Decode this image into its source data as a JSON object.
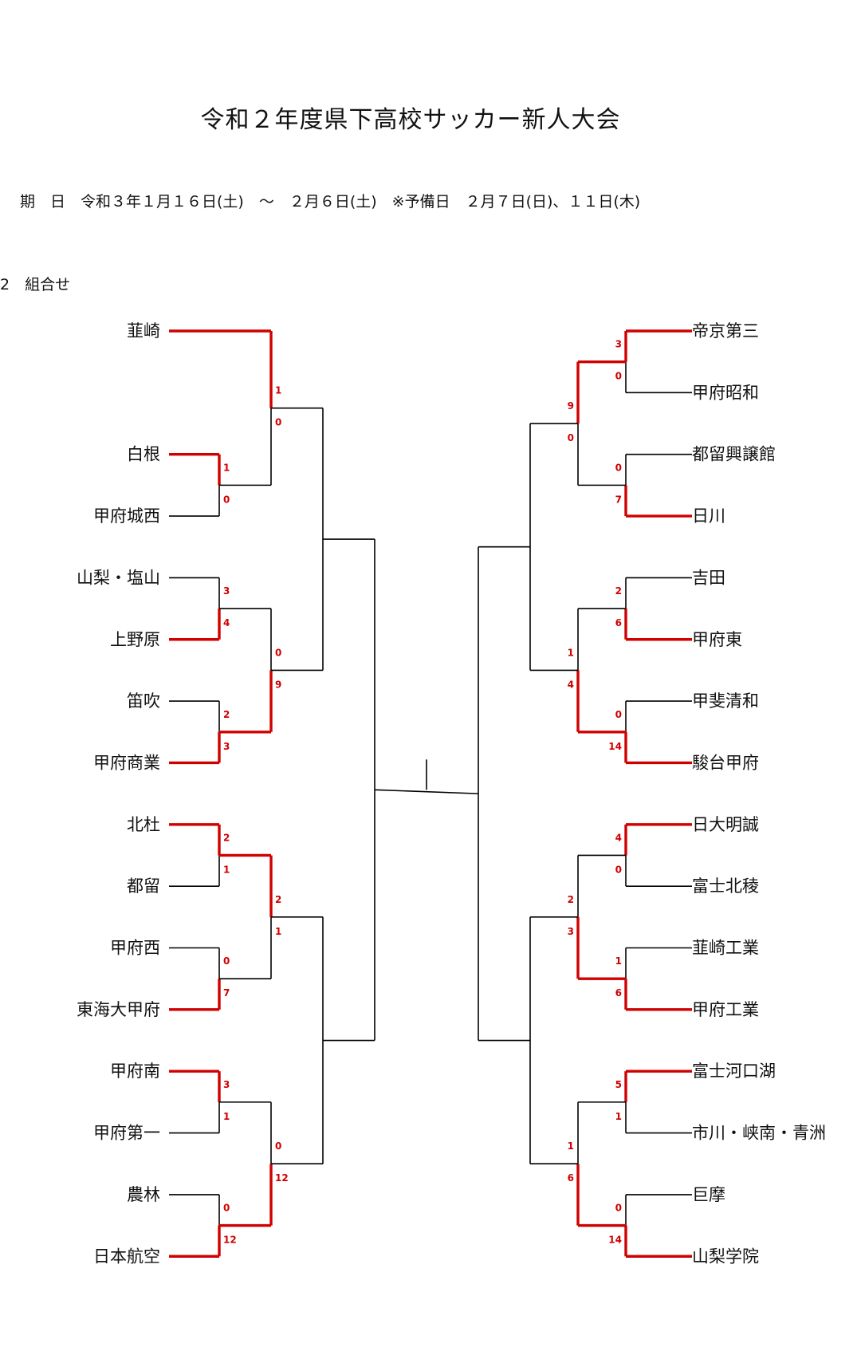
{
  "title": "令和２年度県下高校サッカー新人大会",
  "schedule": "期　日　令和３年１月１６日(土)　～　２月６日(土)　※予備日　２月７日(日)、１１日(木)",
  "section": "2　組合せ",
  "colors": {
    "winner": "#d00000",
    "line": "#000000"
  },
  "bracket": {
    "left": {
      "teams": [
        "韮崎",
        "白根",
        "甲府城西",
        "山梨・塩山",
        "上野原",
        "笛吹",
        "甲府商業",
        "北杜",
        "都留",
        "甲府西",
        "東海大甲府",
        "甲府南",
        "甲府第一",
        "農林",
        "日本航空"
      ],
      "games": [
        {
          "id": "L-r1-a",
          "a": "t1",
          "b": "t2",
          "sa": "1",
          "sb": "0",
          "w": "a"
        },
        {
          "id": "L-r1-b",
          "a": "t3",
          "b": "t4",
          "sa": "3",
          "sb": "4",
          "w": "b"
        },
        {
          "id": "L-r1-c",
          "a": "t5",
          "b": "t6",
          "sa": "2",
          "sb": "3",
          "w": "b"
        },
        {
          "id": "L-r1-d",
          "a": "t7",
          "b": "t8",
          "sa": "2",
          "sb": "1",
          "w": "a"
        },
        {
          "id": "L-r1-e",
          "a": "t9",
          "b": "t10",
          "sa": "0",
          "sb": "7",
          "w": "b"
        },
        {
          "id": "L-r1-f",
          "a": "t11",
          "b": "t12",
          "sa": "3",
          "sb": "1",
          "w": "a"
        },
        {
          "id": "L-r1-g",
          "a": "t13",
          "b": "t14",
          "sa": "0",
          "sb": "12",
          "w": "b"
        },
        {
          "id": "L-r2-a",
          "a": "t0",
          "b": "L-r1-a",
          "sa": "1",
          "sb": "0",
          "w": "a"
        },
        {
          "id": "L-r2-b",
          "a": "L-r1-b",
          "b": "L-r1-c",
          "sa": "0",
          "sb": "9",
          "w": "b"
        },
        {
          "id": "L-r2-c",
          "a": "L-r1-d",
          "b": "L-r1-e",
          "sa": "2",
          "sb": "1",
          "w": "a"
        },
        {
          "id": "L-r2-d",
          "a": "L-r1-f",
          "b": "L-r1-g",
          "sa": "0",
          "sb": "12",
          "w": "b"
        },
        {
          "id": "L-r3-a",
          "a": "L-r2-a",
          "b": "L-r2-b",
          "sa": "",
          "sb": "",
          "w": ""
        },
        {
          "id": "L-r3-b",
          "a": "L-r2-c",
          "b": "L-r2-d",
          "sa": "",
          "sb": "",
          "w": ""
        },
        {
          "id": "L-r4",
          "a": "L-r3-a",
          "b": "L-r3-b",
          "sa": "",
          "sb": "",
          "w": ""
        }
      ]
    },
    "right": {
      "teams": [
        "帝京第三",
        "甲府昭和",
        "都留興譲館",
        "日川",
        "吉田",
        "甲府東",
        "甲斐清和",
        "駿台甲府",
        "日大明誠",
        "富士北稜",
        "韮崎工業",
        "甲府工業",
        "富士河口湖",
        "市川・峡南・青洲",
        "巨摩",
        "山梨学院"
      ],
      "games": [
        {
          "id": "R-r1-a",
          "a": "t0",
          "b": "t1",
          "sa": "3",
          "sb": "0",
          "w": "a"
        },
        {
          "id": "R-r1-b",
          "a": "t2",
          "b": "t3",
          "sa": "0",
          "sb": "7",
          "w": "b"
        },
        {
          "id": "R-r1-c",
          "a": "t4",
          "b": "t5",
          "sa": "2",
          "sb": "6",
          "w": "b"
        },
        {
          "id": "R-r1-d",
          "a": "t6",
          "b": "t7",
          "sa": "0",
          "sb": "14",
          "w": "b"
        },
        {
          "id": "R-r1-e",
          "a": "t8",
          "b": "t9",
          "sa": "4",
          "sb": "0",
          "w": "a"
        },
        {
          "id": "R-r1-f",
          "a": "t10",
          "b": "t11",
          "sa": "1",
          "sb": "6",
          "w": "b"
        },
        {
          "id": "R-r1-g",
          "a": "t12",
          "b": "t13",
          "sa": "5",
          "sb": "1",
          "w": "a"
        },
        {
          "id": "R-r1-h",
          "a": "t14",
          "b": "t15",
          "sa": "0",
          "sb": "14",
          "w": "b"
        },
        {
          "id": "R-r2-a",
          "a": "R-r1-a",
          "b": "R-r1-b",
          "sa": "9",
          "sb": "0",
          "w": "a"
        },
        {
          "id": "R-r2-b",
          "a": "R-r1-c",
          "b": "R-r1-d",
          "sa": "1",
          "sb": "4",
          "w": "b"
        },
        {
          "id": "R-r2-c",
          "a": "R-r1-e",
          "b": "R-r1-f",
          "sa": "2",
          "sb": "3",
          "w": "b"
        },
        {
          "id": "R-r2-d",
          "a": "R-r1-g",
          "b": "R-r1-h",
          "sa": "1",
          "sb": "6",
          "w": "b"
        },
        {
          "id": "R-r3-a",
          "a": "R-r2-a",
          "b": "R-r2-b",
          "sa": "",
          "sb": "",
          "w": ""
        },
        {
          "id": "R-r3-b",
          "a": "R-r2-c",
          "b": "R-r2-d",
          "sa": "",
          "sb": "",
          "w": ""
        },
        {
          "id": "R-r4",
          "a": "R-r3-a",
          "b": "R-r3-b",
          "sa": "",
          "sb": "",
          "w": ""
        }
      ]
    }
  }
}
